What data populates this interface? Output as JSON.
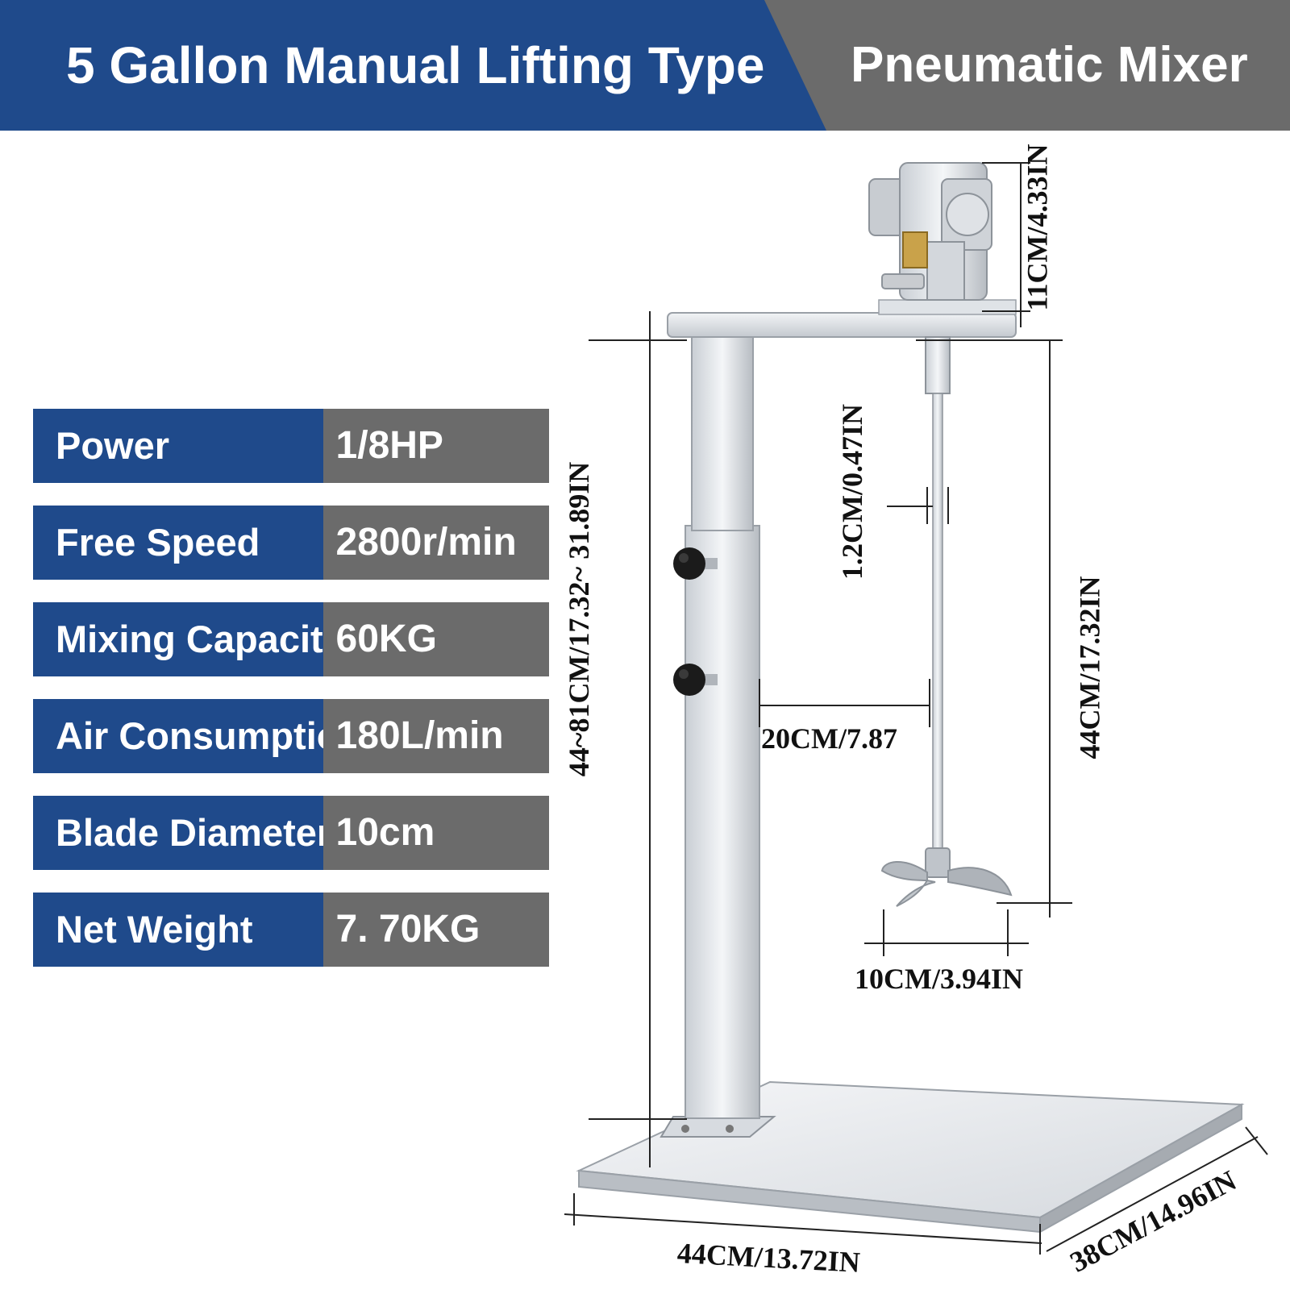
{
  "header": {
    "title_left": "5 Gallon Manual Lifting Type",
    "title_right": "Pneumatic Mixer",
    "color_left": "#1f4a8b",
    "color_right": "#6b6b6b"
  },
  "specs": [
    {
      "label": "Power",
      "value": "1/8HP"
    },
    {
      "label": "Free Speed",
      "value": "2800r/min"
    },
    {
      "label": "Mixing Capacity",
      "value": "60KG"
    },
    {
      "label": "Air Consumption",
      "value": "180L/min"
    },
    {
      "label": "Blade Diameter",
      "value": "10cm"
    },
    {
      "label": "Net Weight",
      "value": "7. 70KG"
    }
  ],
  "dimensions": {
    "motor_height": "11CM/4.33IN",
    "stand_height": "44~81CM/17.32~ 31.89IN",
    "shaft_diameter": "1.2CM/0.47IN",
    "shaft_length": "44CM/17.32IN",
    "arm_reach": "20CM/7.87",
    "blade_width": "10CM/3.94IN",
    "base_width": "44CM/13.72IN",
    "base_depth": "38CM/14.96IN"
  }
}
